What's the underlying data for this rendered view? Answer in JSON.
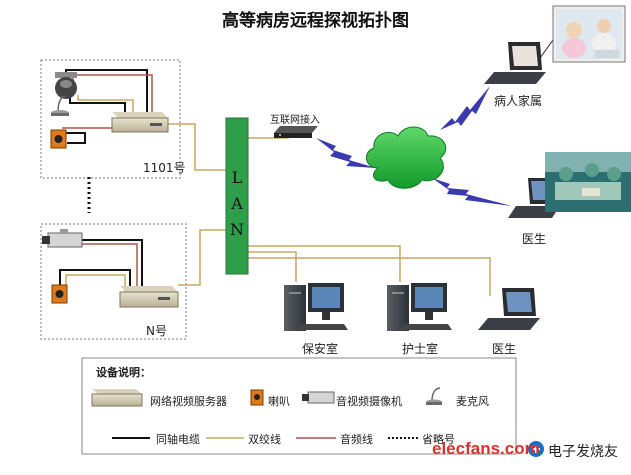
{
  "title": "高等病房远程探视拓扑图",
  "room_a_label": "1101号",
  "room_n_label": "N号",
  "lan_letters": [
    "L",
    "A",
    "N"
  ],
  "internet_label": "互联网接入",
  "family_label": "病人家属",
  "doctor_remote_label": "医生",
  "security_label": "保安室",
  "nurse_label": "护士室",
  "doctor_local_label": "医生",
  "legend": {
    "title": "设备说明：",
    "server": "网络视频服务器",
    "speaker": "喇叭",
    "camera": "音视频摄像机",
    "mic": "麦克风",
    "coax": "同轴电缆",
    "twisted": "双绞线",
    "audio": "音频线",
    "omitted": "省略号"
  },
  "watermark": {
    "brand": "elecfans.com",
    "chinese": "电子发烧友"
  },
  "colors": {
    "coax": "#111111",
    "twisted": "#c8a860",
    "audio": "#a9574a",
    "lan": "#2f9e4a",
    "cloud": "#1fa835",
    "bolt": "#3a3ab0"
  }
}
